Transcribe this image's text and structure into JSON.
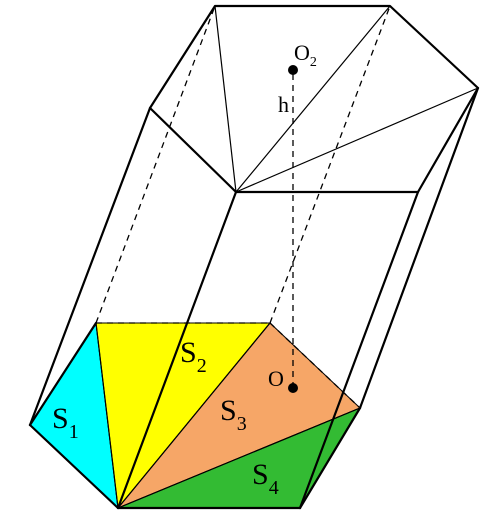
{
  "figure": {
    "labels": {
      "s1": {
        "base": "S",
        "sub": "1"
      },
      "s2": {
        "base": "S",
        "sub": "2"
      },
      "s3": {
        "base": "S",
        "sub": "3"
      },
      "s4": {
        "base": "S",
        "sub": "4"
      },
      "o": {
        "base": "O"
      },
      "o2": {
        "base": "O",
        "sub": "2"
      },
      "h": {
        "base": "h"
      }
    },
    "colors": {
      "s1": "#00ffff",
      "s2": "#ffff00",
      "s3": "#f6a667",
      "s4": "#33bb33"
    }
  }
}
